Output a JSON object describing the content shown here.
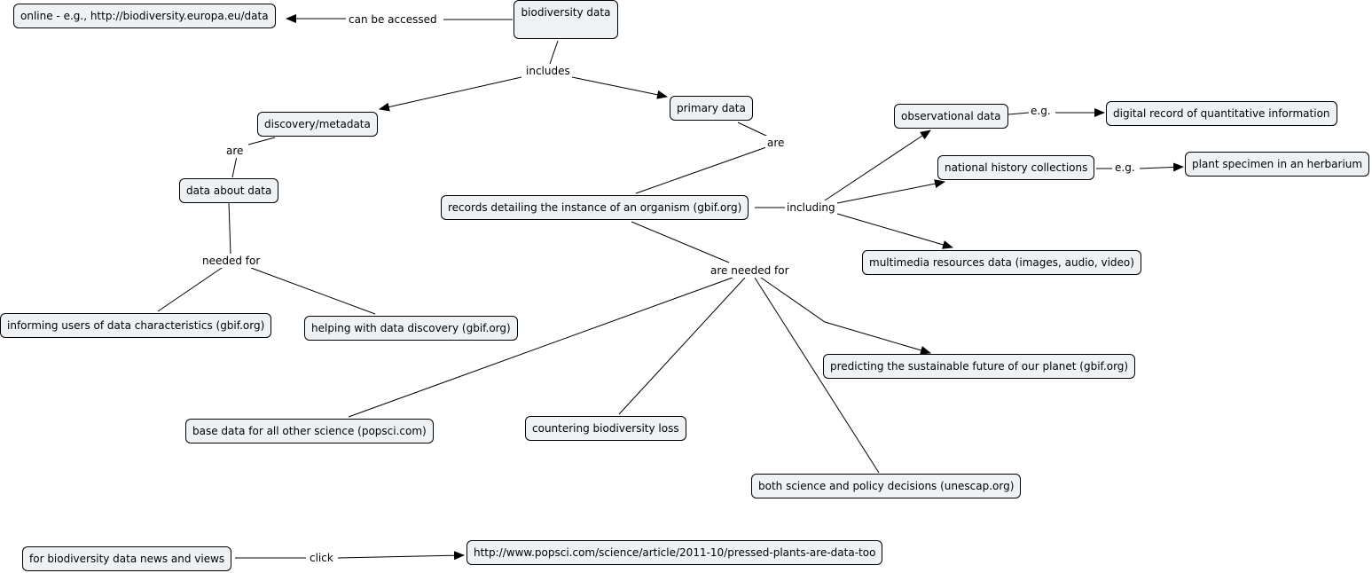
{
  "nodes": {
    "biodiversity_data": "biodiversity data",
    "online": "online - e.g., http://biodiversity.europa.eu/data",
    "discovery_metadata": "discovery/metadata",
    "primary_data": "primary data",
    "data_about_data": "data about data",
    "informing_users": "informing users of data characteristics (gbif.org)",
    "helping_discovery": "helping with data discovery (gbif.org)",
    "records_detailing": "records detailing the instance of an organism (gbif.org)",
    "observational_data": "observational data",
    "digital_record": "digital record of quantitative information",
    "national_history": "national history collections",
    "plant_specimen": "plant specimen in an herbarium",
    "multimedia": "multimedia resources data (images, audio, video)",
    "predicting": "predicting the sustainable future of our planet (gbif.org)",
    "base_data": "base data for all other science (popsci.com)",
    "countering": "countering biodiversity loss",
    "both_science": "both science and policy decisions (unescap.org)",
    "for_news": "for biodiversity data news and views",
    "popsci_url": "http://www.popsci.com/science/article/2011-10/pressed-plants-are-data-too"
  },
  "links": {
    "can_be_accessed": "can be accessed",
    "includes": "includes",
    "are_meta": "are",
    "are_primary": "are",
    "needed_for": "needed for",
    "including": "including",
    "eg_observational": "e.g.",
    "eg_national": "e.g.",
    "are_needed_for": "are needed for",
    "click": "click"
  }
}
